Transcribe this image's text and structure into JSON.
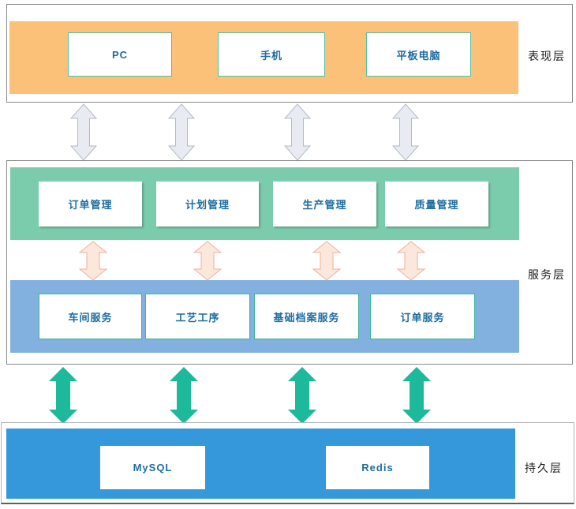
{
  "layers": {
    "presentation": {
      "label": "表现层",
      "boxes": [
        {
          "label": "PC"
        },
        {
          "label": "手机"
        },
        {
          "label": "平板电脑"
        }
      ]
    },
    "service": {
      "label": "服务层",
      "management_boxes": [
        {
          "label": "订单管理"
        },
        {
          "label": "计划管理"
        },
        {
          "label": "生产管理"
        },
        {
          "label": "质量管理"
        }
      ],
      "service_boxes": [
        {
          "label": "车间服务"
        },
        {
          "label": "工艺工序"
        },
        {
          "label": "基础档案服务"
        },
        {
          "label": "订单服务"
        }
      ]
    },
    "persistence": {
      "label": "持久层",
      "boxes": [
        {
          "label": "MySQL"
        },
        {
          "label": "Redis"
        }
      ]
    }
  },
  "icons": {
    "presentation_service_link": "gray-double-arrow-icon",
    "management_service_link": "pink-double-arrow-icon",
    "service_persistence_link": "teal-double-arrow-icon"
  },
  "colors": {
    "presentation_band": "#fcc179",
    "management_band": "#7bcbad",
    "service_band": "#82b0df",
    "persistence_band": "#3498db",
    "box_text": "#1d6da1",
    "layer_label_text": "#1c1c1c",
    "device_box_border": "#4ec3a5",
    "service_box_border": "#3db598",
    "container_border": "#8a8a8a",
    "gray_arrow_fill": "#e9ebf2",
    "gray_arrow_stroke": "#b4bac8",
    "pink_arrow_fill": "#fbe7dc",
    "pink_arrow_stroke": "#f1b29b",
    "teal_arrow_fill": "#1cba9b"
  }
}
